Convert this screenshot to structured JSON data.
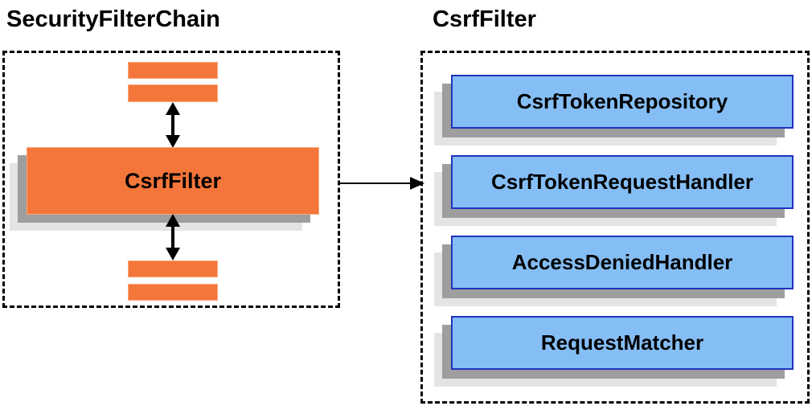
{
  "diagram": {
    "left_panel": {
      "title": "SecurityFilterChain",
      "filter_box_label": "CsrfFilter"
    },
    "right_panel": {
      "title": "CsrfFilter",
      "components": [
        "CsrfTokenRepository",
        "CsrfTokenRequestHandler",
        "AccessDeniedHandler",
        "RequestMatcher"
      ]
    },
    "colors": {
      "filter_orange": "#F4763A",
      "component_blue_fill": "#85BEF5",
      "component_blue_border": "#2033C0",
      "shadow_dark": "#9E9E9E",
      "shadow_light": "#E4E4E4",
      "arrow_black": "#000000"
    }
  }
}
